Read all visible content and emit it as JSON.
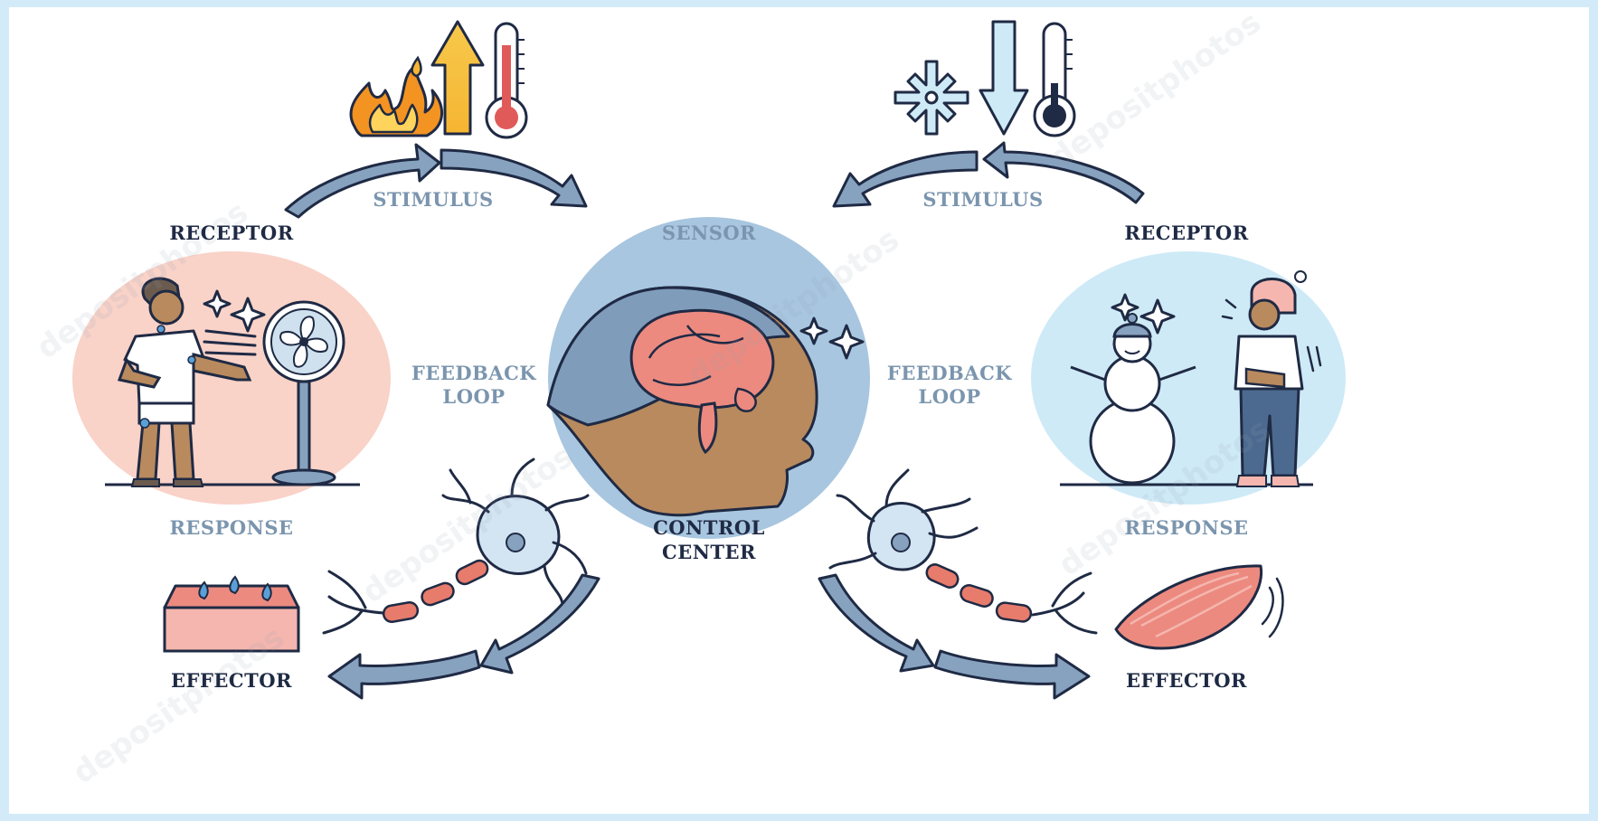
{
  "labels": {
    "stimulus_left": "STIMULUS",
    "stimulus_right": "STIMULUS",
    "receptor_left": "RECEPTOR",
    "receptor_right": "RECEPTOR",
    "sensor": "SENSOR",
    "feedback_left": "FEEDBACK",
    "loop_left": "LOOP",
    "feedback_right": "FEEDBACK",
    "loop_right": "LOOP",
    "response_left": "RESPONSE",
    "response_right": "RESPONSE",
    "control": "CONTROL",
    "center": "CENTER",
    "effector_left": "EFFECTOR",
    "effector_right": "EFFECTOR"
  },
  "watermark": "depositphotos",
  "colors": {
    "arrow": "#87a2bf",
    "label_dark": "#1f2a44",
    "label_light": "#7b95ae",
    "hot_circle": "#f9d2c8",
    "cold_circle": "#cfeaf7",
    "brain_circle": "#a8c6df",
    "brain": "#ec8a80",
    "skin": "#b88a5e",
    "neuron": "#d3e4f2",
    "myelin": "#e77b6c",
    "frame": "#d3ebf9"
  },
  "icons": [
    "fire-icon",
    "up-arrow-icon",
    "hot-thermometer-icon",
    "snowflake-icon",
    "down-arrow-icon",
    "cold-thermometer-icon",
    "fan-icon",
    "snowman-icon",
    "neuron-icon",
    "skin-tissue-icon",
    "muscle-icon",
    "brain-icon"
  ]
}
